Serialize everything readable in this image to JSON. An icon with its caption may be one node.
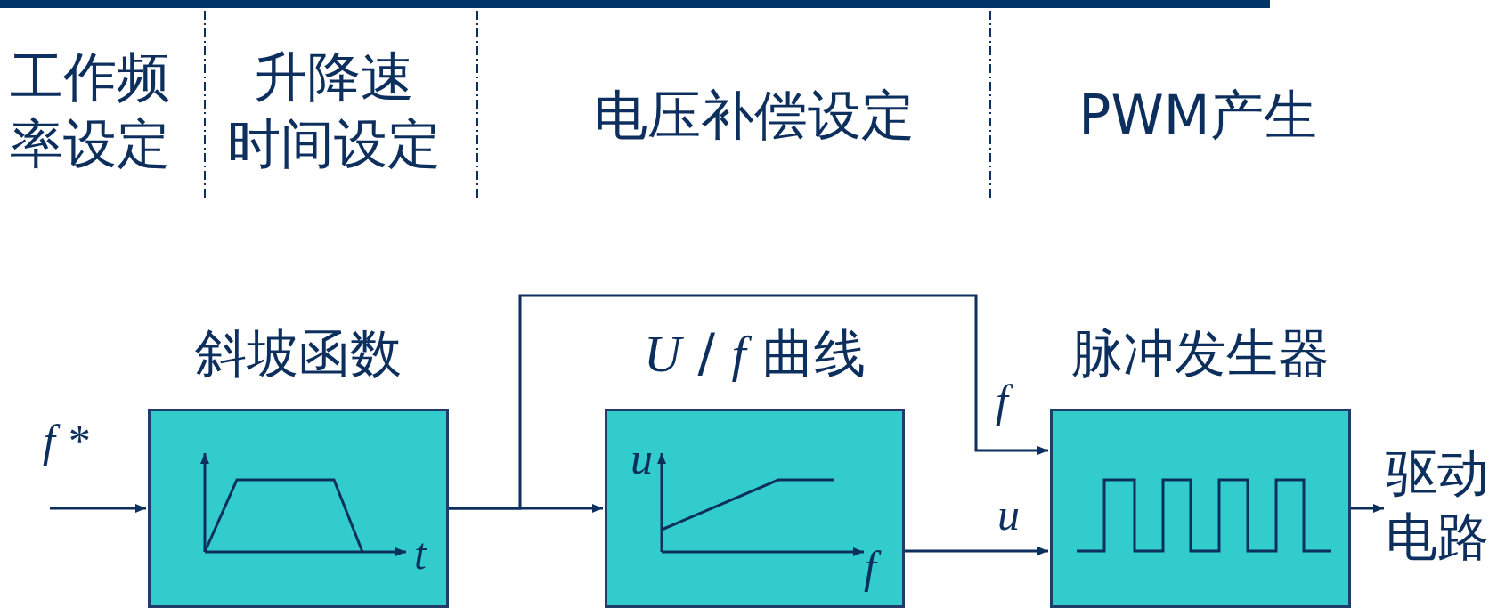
{
  "diagram": {
    "nodes": [
      {
        "text": [
          "斜坡函数",
          "t"
        ]
      },
      {
        "text": [
          "*U* / *f* 曲线",
          "u",
          "f"
        ]
      },
      {
        "text": [
          "脉冲发生器"
        ]
      },
      {
        "text": [
          "驱动电路"
        ]
      }
    ],
    "edges": [
      {
        "from": null,
        "to": 0,
        "arrow": "to",
        "label": "f *"
      },
      {
        "from": 0,
        "to": 1,
        "arrow": "to"
      },
      {
        "from": 0,
        "to": 2,
        "arrow": "to",
        "label": "f"
      },
      {
        "from": 1,
        "to": 2,
        "arrow": "to",
        "label": "u"
      },
      {
        "from": 2,
        "to": 3,
        "arrow": "to"
      }
    ],
    "labels": [
      "工作频率设定",
      "升降速时间设定",
      "电压补偿设定",
      "PWM产生"
    ]
  }
}
